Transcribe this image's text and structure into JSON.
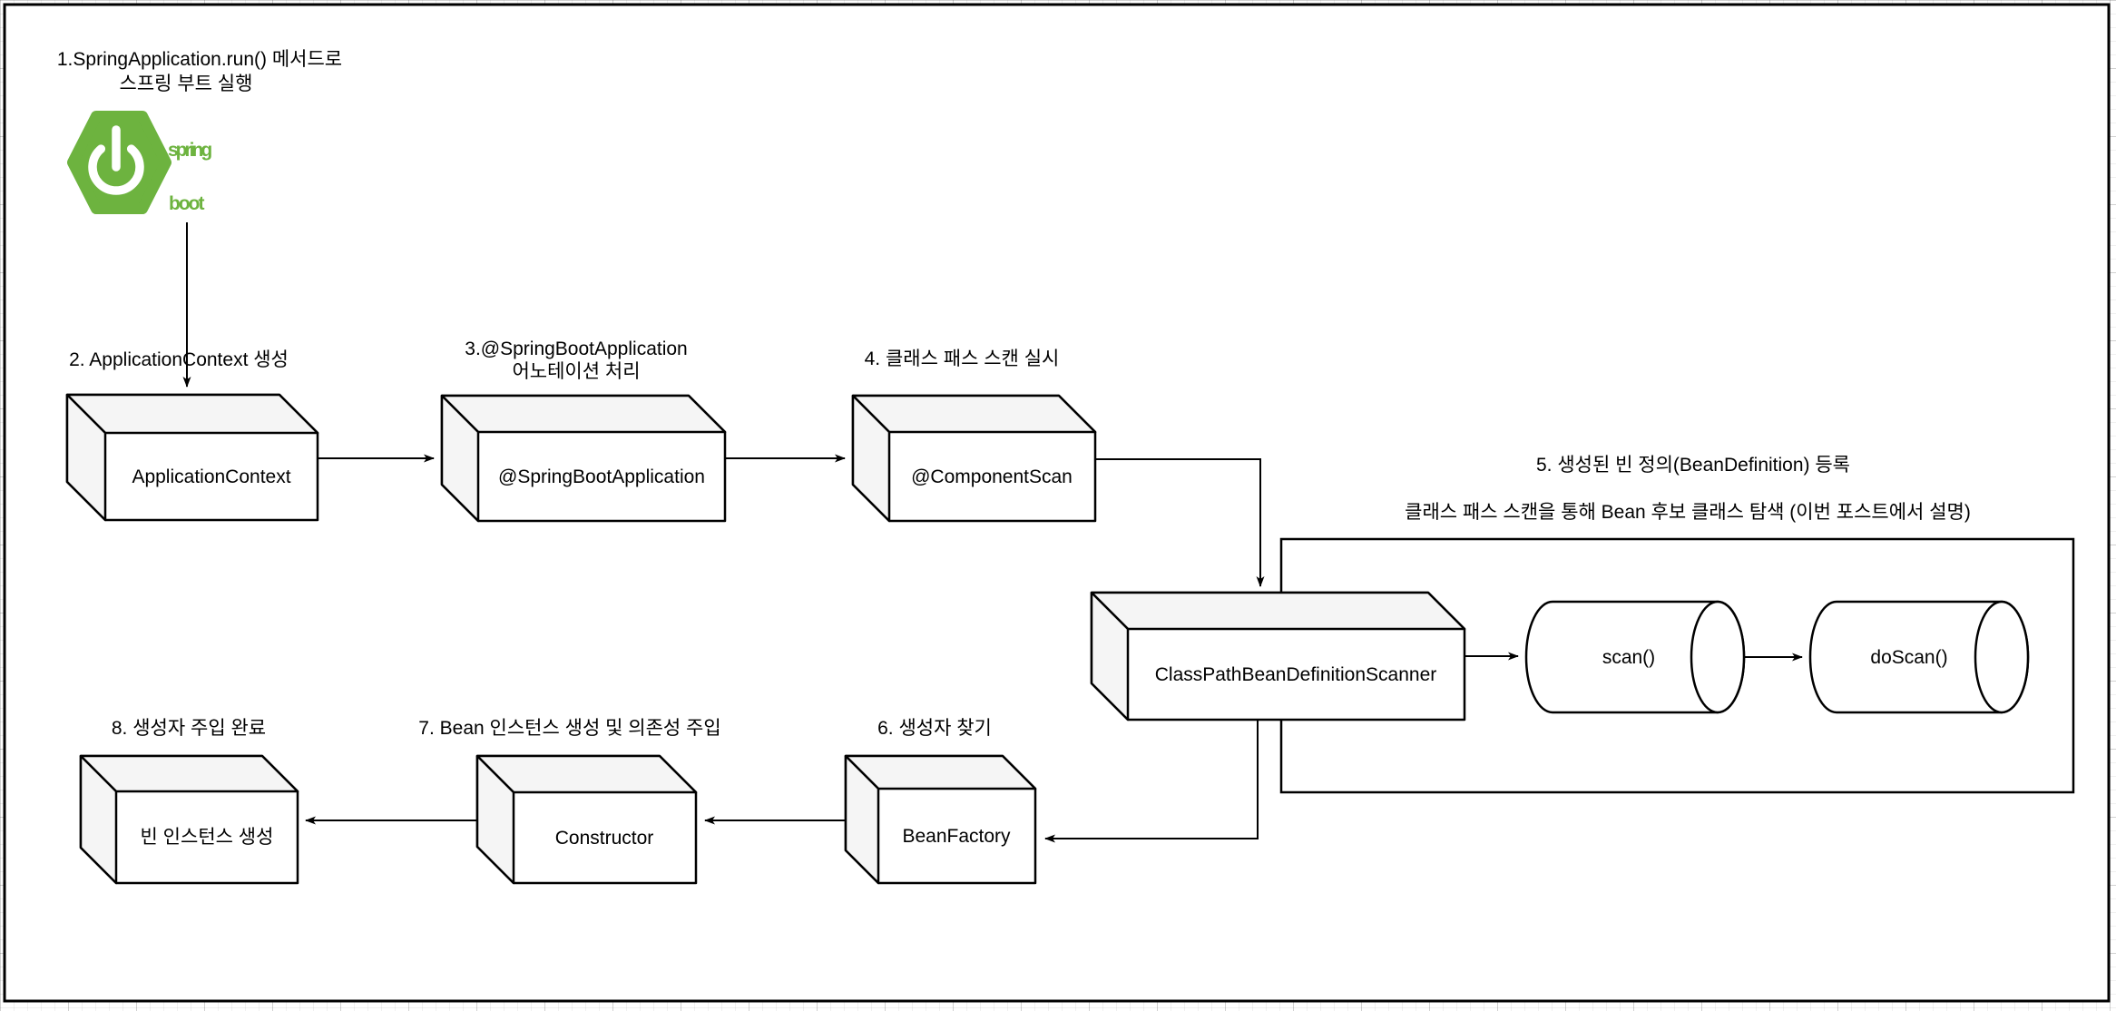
{
  "logo": {
    "spring": "spring",
    "boot": "boot"
  },
  "steps": {
    "s1": {
      "label_line1": "1.SpringApplication.run() 메서드로",
      "label_line2": "스프링 부트 실행"
    },
    "s2": {
      "label": "2. ApplicationContext 생성",
      "node": "ApplicationContext"
    },
    "s3": {
      "label_line1": "3.@SpringBootApplication",
      "label_line2": "어노테이션 처리",
      "node": "@SpringBootApplication"
    },
    "s4": {
      "label": "4. 클래스 패스 스캔 실시",
      "node": "@ComponentScan"
    },
    "s5": {
      "label_line1": "5. 생성된 빈 정의(BeanDefinition) 등록",
      "label_line2": "클래스 패스 스캔을 통해 Bean 후보 클래스 탐색 (이번 포스트에서 설명)",
      "node": "ClassPathBeanDefinitionScanner",
      "method1": "scan()",
      "method2": "doScan()"
    },
    "s6": {
      "label": "6. 생성자 찾기",
      "node": "BeanFactory"
    },
    "s7": {
      "label": "7. Bean 인스턴스 생성 및 의존성 주입",
      "node": "Constructor"
    },
    "s8": {
      "label": "8. 생성자 주입 완료",
      "node": "빈 인스턴스 생성"
    }
  },
  "colors": {
    "spring_green": "#6DB33F",
    "cube_shade": "#F5F5F5",
    "stroke": "#000000",
    "background": "#FFFFFF"
  }
}
